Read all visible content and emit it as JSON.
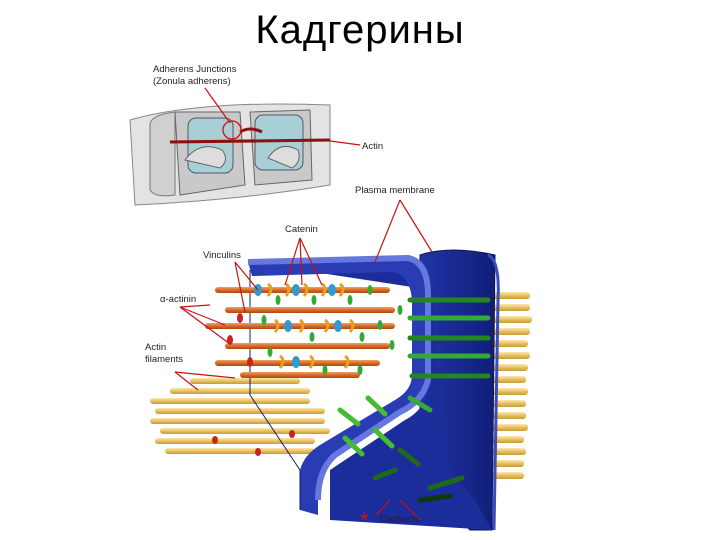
{
  "title": "Кадгерины",
  "labels": {
    "adherens_line1": "Adherens Junctions",
    "adherens_line2": "(Zonula adherens)",
    "actin": "Actin",
    "plasma_membrane": "Plasma membrane",
    "catenin": "Catenin",
    "vinculins": "Vinculins",
    "alpha_actinin": "α-actinin",
    "actin_filaments_line1": "Actin",
    "actin_filaments_line2": "filaments",
    "asterisk": "*",
    "cadherin": "Cadherin"
  },
  "colors": {
    "membrane_blue": "#1a2d9a",
    "membrane_light": "#5566cc",
    "actin_yellow": "#e8c060",
    "actin_orange": "#d8692a",
    "leader_red": "#cc1111",
    "protein_green": "#33aa33",
    "cell_gray": "#d6d6d6",
    "junction_teal": "#a9cfd6"
  }
}
